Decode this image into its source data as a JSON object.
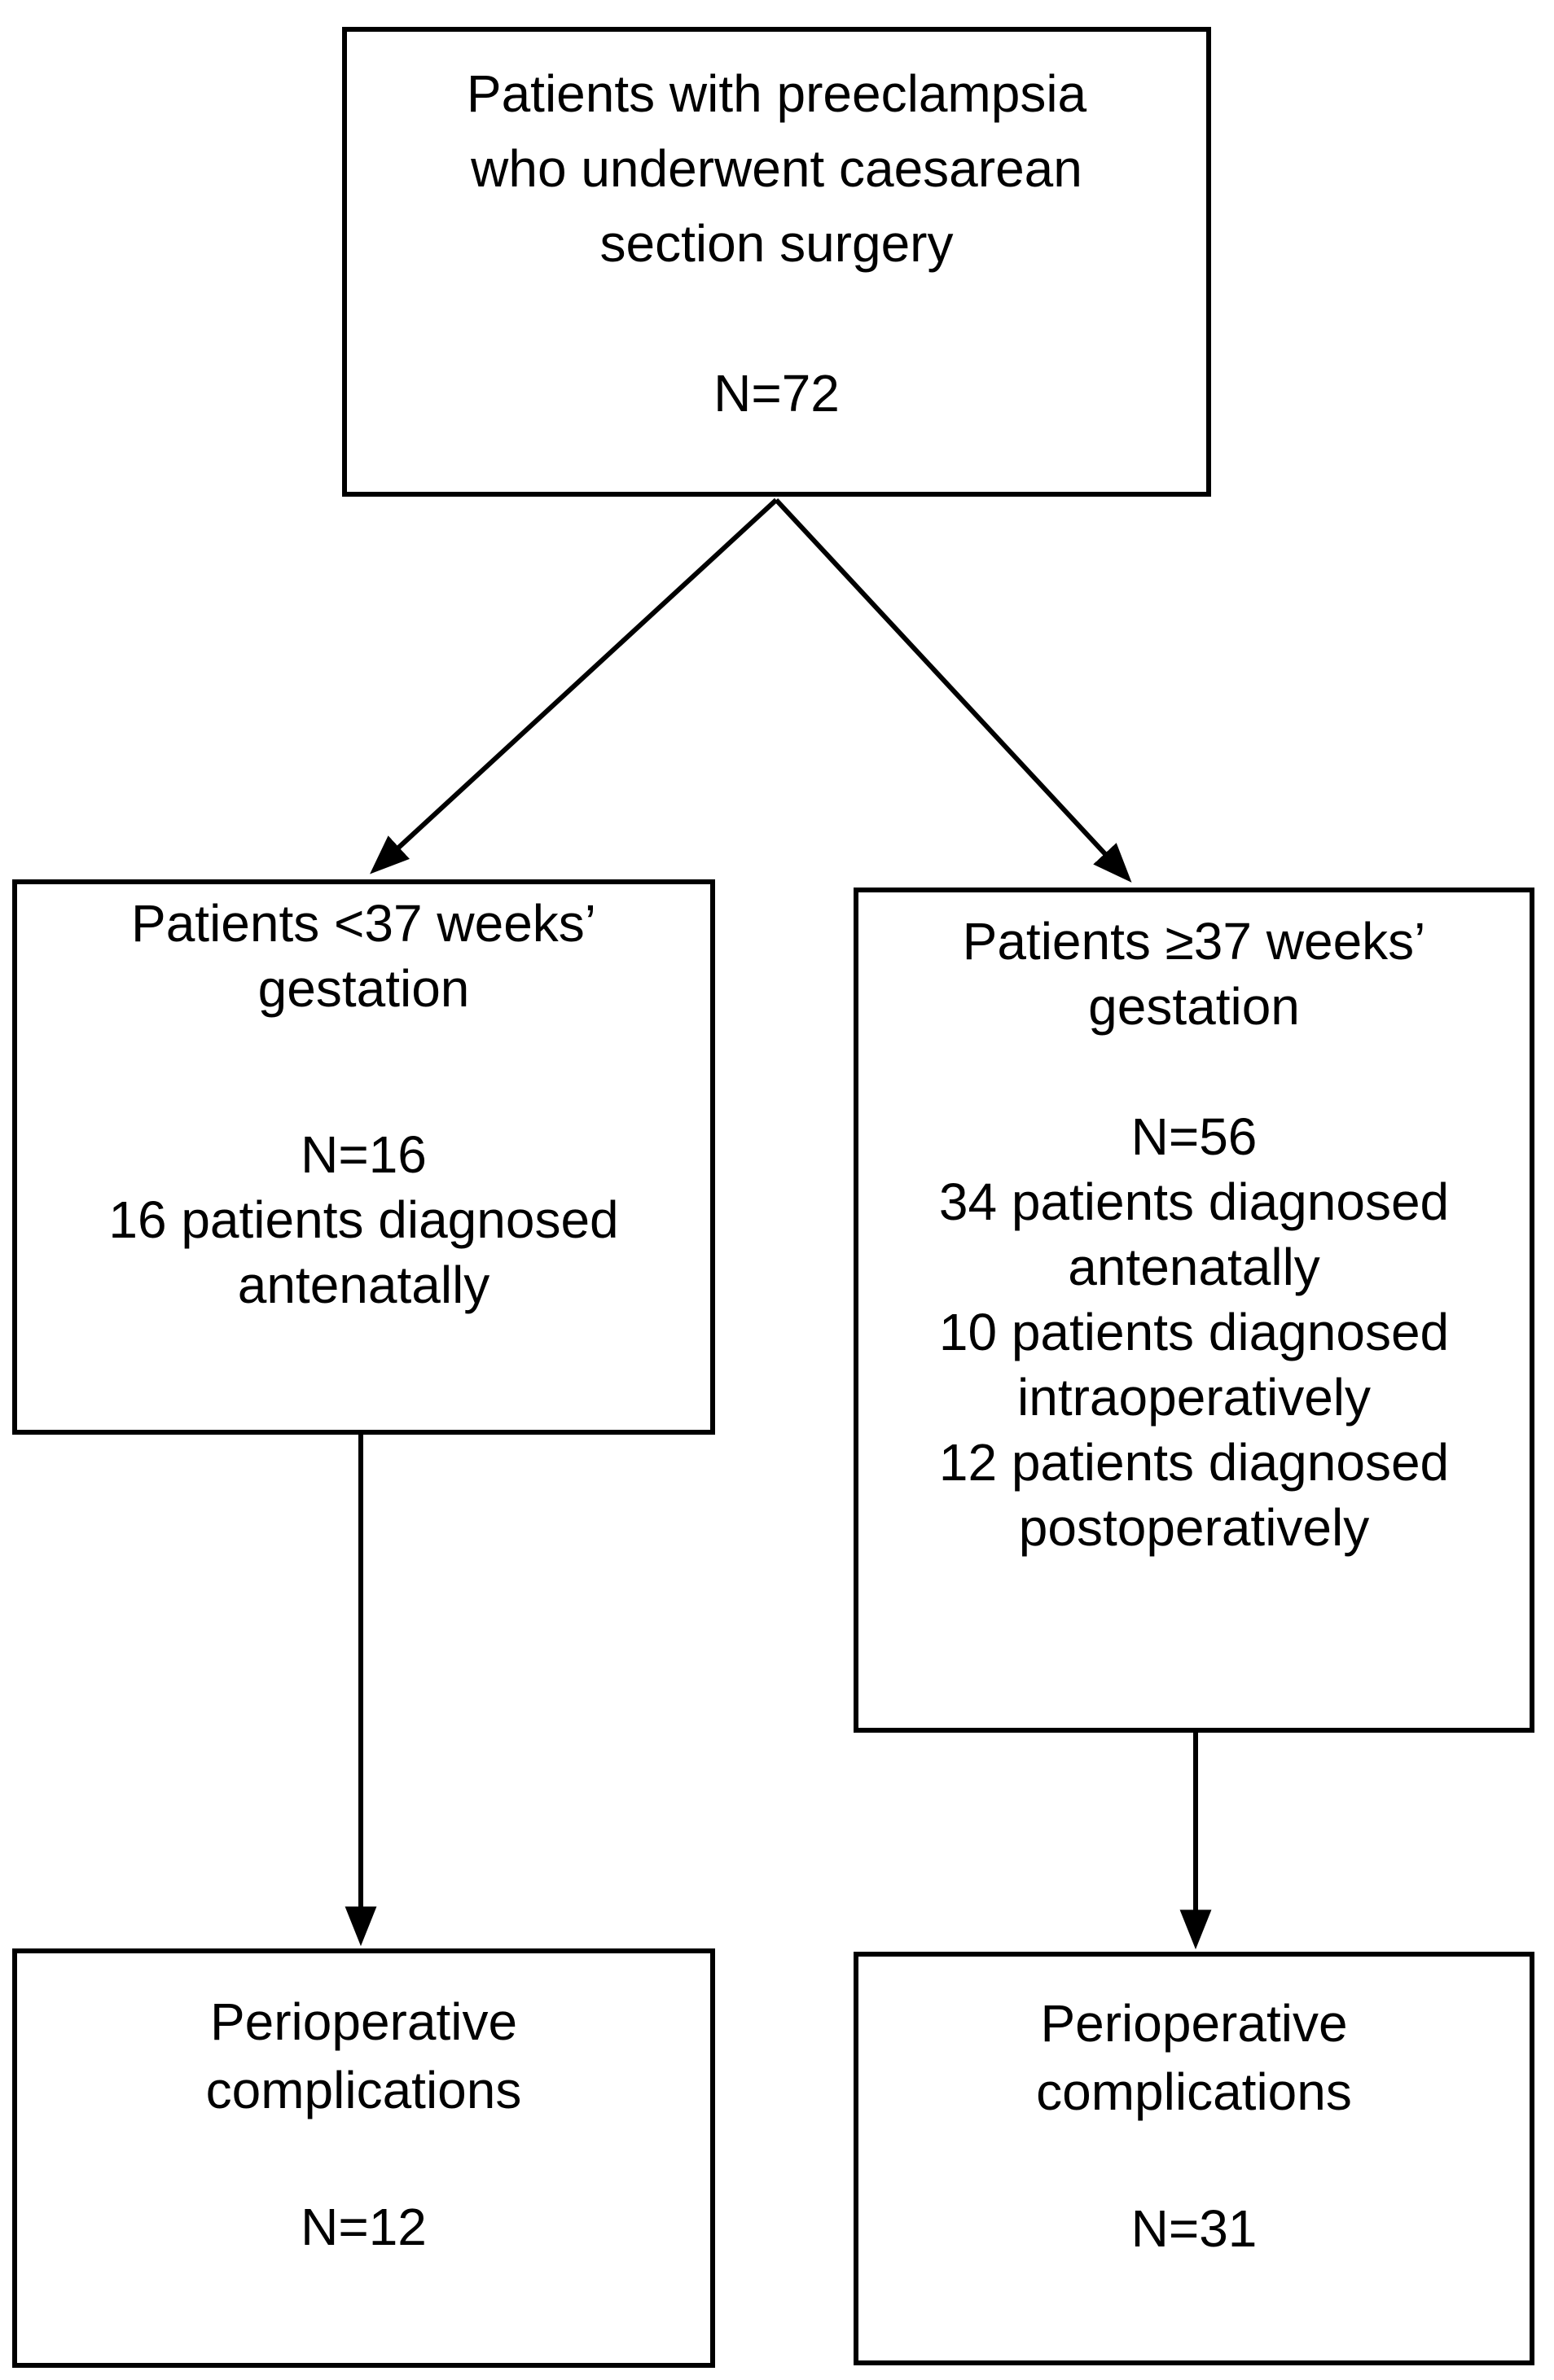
{
  "figure": {
    "type": "flowchart",
    "background_color": "#ffffff",
    "stroke_color": "#000000",
    "text_color": "#000000"
  },
  "boxes": {
    "top": {
      "id": "preeclampsia-total",
      "lines": [
        "Patients with preeclampsia",
        "who underwent caesarean",
        "section surgery",
        "",
        "N=72"
      ]
    },
    "left": {
      "id": "under-37-weeks",
      "lines": [
        "Patients <37 weeks’",
        "gestation",
        "",
        "N=16",
        "16 patients diagnosed",
        "antenatally"
      ]
    },
    "right": {
      "id": "37-weeks-or-more",
      "lines": [
        "Patients ≥37 weeks’",
        "gestation",
        "",
        "N=56",
        "34 patients diagnosed",
        "antenatally",
        "10 patients diagnosed",
        "intraoperatively",
        "12 patients diagnosed",
        "postoperatively"
      ]
    },
    "bottom_left": {
      "id": "complications-under-37",
      "lines": [
        "Perioperative",
        "complications",
        "",
        "N=12"
      ]
    },
    "bottom_right": {
      "id": "complications-37-plus",
      "lines": [
        "Perioperative",
        "complications",
        "",
        "N=31"
      ]
    }
  },
  "edges": [
    {
      "from": "preeclampsia-total",
      "to": "under-37-weeks"
    },
    {
      "from": "preeclampsia-total",
      "to": "37-weeks-or-more"
    },
    {
      "from": "under-37-weeks",
      "to": "complications-under-37"
    },
    {
      "from": "37-weeks-or-more",
      "to": "complications-37-plus"
    }
  ]
}
